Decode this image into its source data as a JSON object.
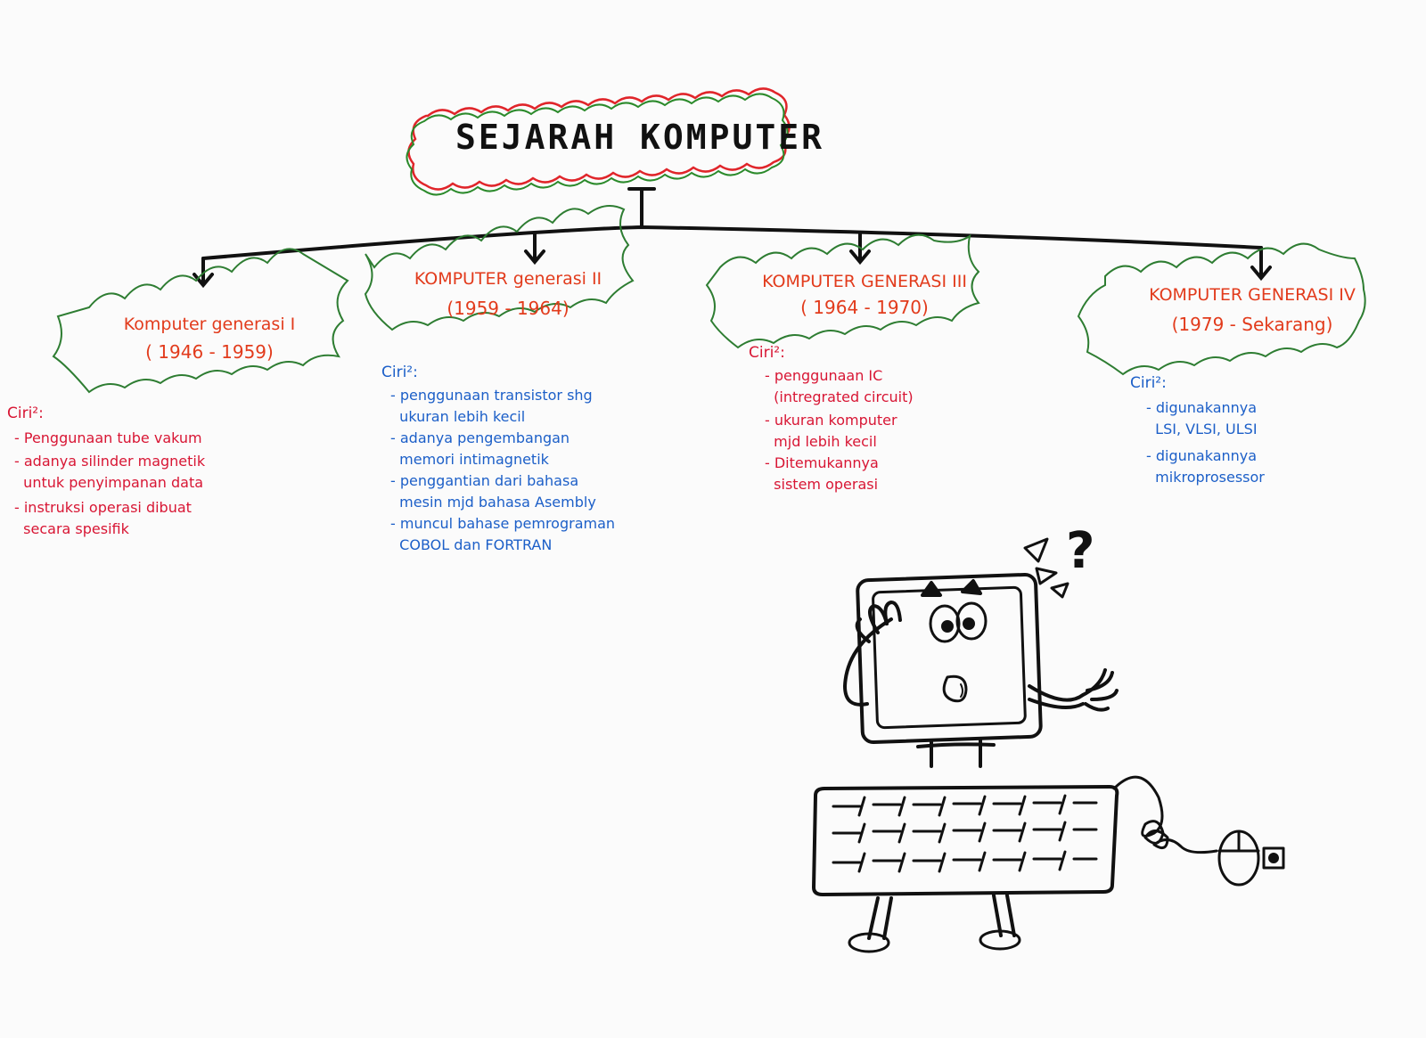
{
  "title": "SEJARAH KOMPUTER",
  "generations": [
    {
      "title": "Komputer generasi I",
      "period": "( 1946 - 1959)",
      "ciri_label": "Ciri²:",
      "text_color": "#d81634",
      "items": [
        "- Penggunaan tube vakum",
        "- adanya silinder magnetik\n  untuk penyimpanan data",
        "- instruksi operasi dibuat\n  secara spesifik"
      ]
    },
    {
      "title": "KOMPUTER generasi II",
      "period": "(1959 - 1964)",
      "ciri_label": "Ciri²:",
      "text_color": "#1c5fc8",
      "items": [
        "- penggunaan transistor shg\n  ukuran lebih kecil",
        "- adanya pengembangan\n  memori intimagnetik",
        "- penggantian dari bahasa\n  mesin mjd bahasa Asembly",
        "- muncul bahase pemrograman\n  COBOL dan FORTRAN"
      ]
    },
    {
      "title": "KOMPUTER GENERASI III",
      "period": "( 1964 - 1970)",
      "ciri_label": "Ciri²:",
      "text_color": "#d81634",
      "items": [
        "- penggunaan IC\n  (intregrated circuit)",
        "- ukuran komputer\n  mjd lebih kecil",
        "- Ditemukannya\n  sistem operasi"
      ]
    },
    {
      "title": "KOMPUTER GENERASI IV",
      "period": "(1979 - Sekarang)",
      "ciri_label": "Ciri²:",
      "text_color": "#1c5fc8",
      "items": [
        "- digunakannya\n  LSI, VLSI, ULSI",
        "- digunakannya\n  mikroprosessor"
      ]
    }
  ],
  "colors": {
    "title_border_red": "#e0252a",
    "title_border_green": "#2b8a2b",
    "box_border": "#2e7d32",
    "heading": "#e23b1c",
    "ink": "#111111"
  },
  "illustration": {
    "icon": "confused-computer-icon",
    "question_mark": "?"
  }
}
